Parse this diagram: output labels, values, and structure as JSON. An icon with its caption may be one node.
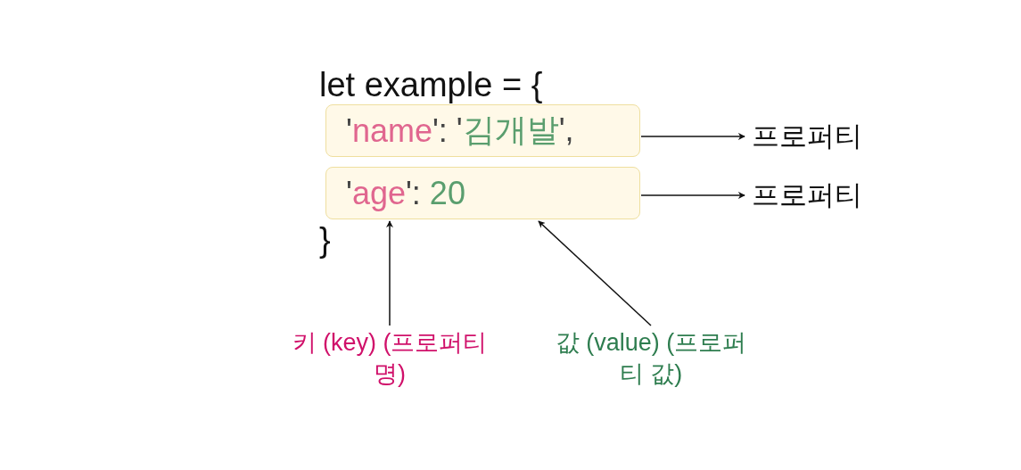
{
  "diagram": {
    "nodes": [
      {
        "text": [
          "'name':",
          "'김개발',"
        ]
      },
      {
        "text": [
          "'age':",
          "20"
        ]
      },
      {
        "text": [
          "프로퍼티"
        ]
      },
      {
        "text": [
          "프로퍼티"
        ]
      },
      {
        "text": [
          "키 (key) (프로퍼티 명)"
        ]
      },
      {
        "text": [
          "값 (value) (프로퍼티 값)"
        ]
      }
    ],
    "edges": [
      {
        "from": 0,
        "to": 2,
        "arrow": "to"
      },
      {
        "from": 1,
        "to": 3,
        "arrow": "to"
      },
      {
        "from": 4,
        "to": 1,
        "arrow": "to"
      },
      {
        "from": 5,
        "to": 1,
        "arrow": "to"
      }
    ],
    "labels": [
      "let example = {",
      "}"
    ]
  }
}
